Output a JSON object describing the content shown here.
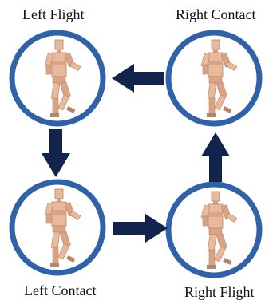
{
  "labels": {
    "left_flight": "Left Flight",
    "right_contact": "Right Contact",
    "left_contact": "Left Contact",
    "right_flight": "Right Flight"
  },
  "colors": {
    "circle_stroke": "#2f62a8",
    "arrow_fill": "#12244d",
    "figure_light": "#e8b99a",
    "figure_mid": "#d9a485",
    "figure_dark": "#b98367"
  },
  "figures": {
    "left_flight": "running-figure-icon",
    "right_contact": "running-figure-icon",
    "left_contact": "running-figure-icon",
    "right_flight": "running-figure-icon"
  },
  "arrows": {
    "right_contact_to_left_flight": "left",
    "left_flight_to_left_contact": "down",
    "left_contact_to_right_flight": "right",
    "right_flight_to_right_contact": "up"
  }
}
